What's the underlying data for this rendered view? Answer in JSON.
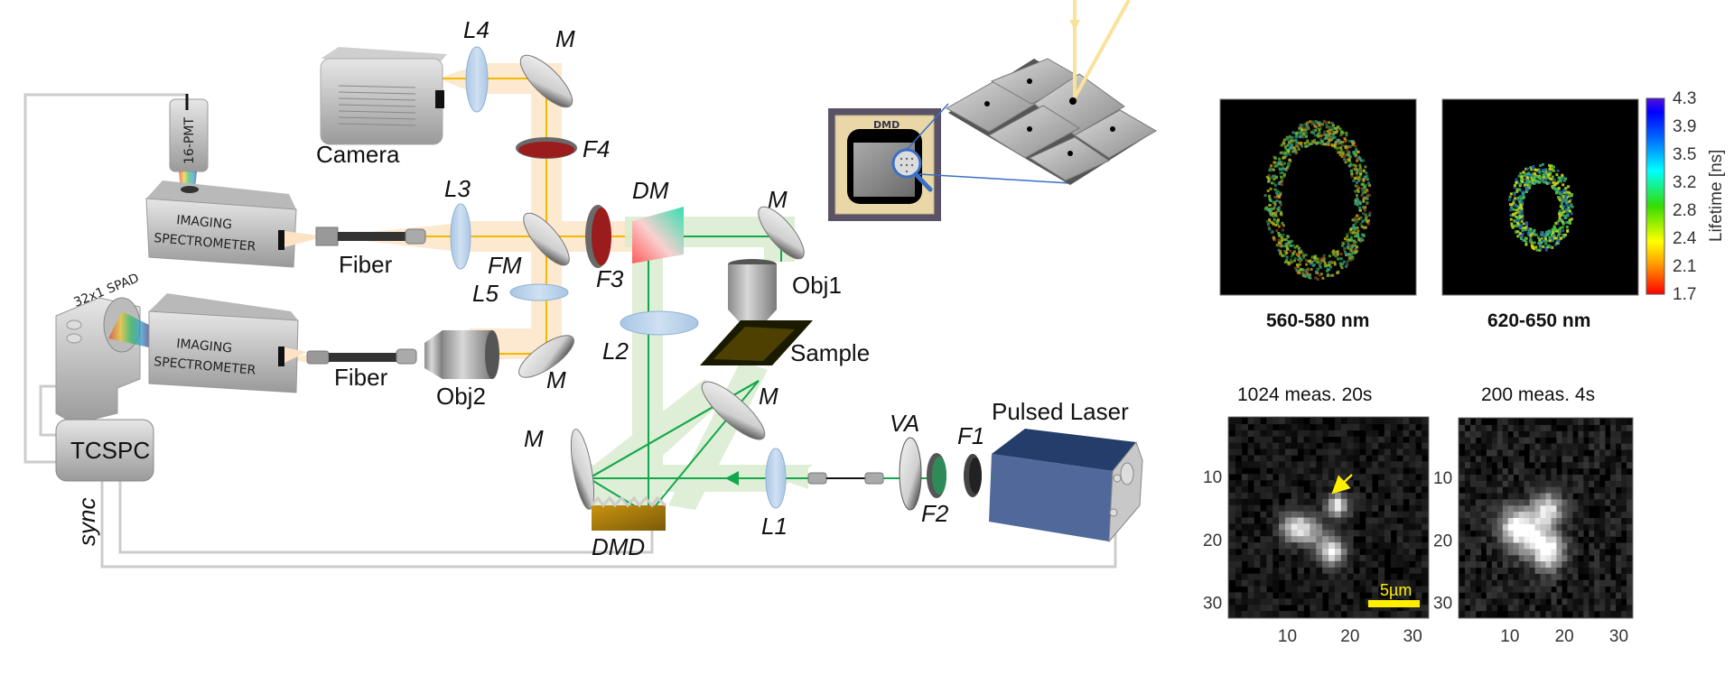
{
  "components": {
    "camera": "Camera",
    "lens_l1": "L1",
    "lens_l2": "L2",
    "lens_l3": "L3",
    "lens_l4": "L4",
    "lens_l5": "L5",
    "mirror": "M",
    "flip_mirror": "FM",
    "dichroic_mirror": "DM",
    "filter_f1": "F1",
    "filter_f2": "F2",
    "filter_f3": "F3",
    "filter_f4": "F4",
    "variable_attenuator": "VA",
    "objective_1": "Obj1",
    "objective_2": "Obj2",
    "sample": "Sample",
    "fiber": "Fiber",
    "dmd": "DMD",
    "pulsed_laser": "Pulsed Laser",
    "tcspc": "TCSPC",
    "sync": "sync",
    "pmt": "16-PMT",
    "spad": "32x1 SPAD",
    "spectrometer_line1": "IMAGING",
    "spectrometer_line2": "SPECTROMETER",
    "dmd_chip_label": "DMD"
  },
  "colors": {
    "emission_beam": "#fde9cf",
    "emission_ray": "#f5b800",
    "excitation_beam": "#dcedd2",
    "excitation_ray": "#12a84a",
    "filter_red": "#9b1c1c",
    "laser_blue": "#2e4a7a",
    "dmd_gold": "#b8860b",
    "cable": "#cccccc",
    "zoom_line": "#3a6fc4"
  },
  "lifetime_panel": {
    "images": [
      {
        "caption": "560-580 nm"
      },
      {
        "caption": "620-650 nm"
      }
    ],
    "colorbar": {
      "label": "Lifetime [ns]",
      "ticks": [
        "4.3",
        "3.9",
        "3.5",
        "3.2",
        "2.8",
        "2.4",
        "2.1",
        "1.7"
      ],
      "min": 1.7,
      "max": 4.3
    }
  },
  "intensity_panel": {
    "images": [
      {
        "title": "1024 meas. 20s",
        "scale_bar": "5µm"
      },
      {
        "title": "200 meas. 4s"
      }
    ],
    "x_ticks": [
      "10",
      "20",
      "30"
    ],
    "y_ticks": [
      "10",
      "20",
      "30"
    ]
  }
}
